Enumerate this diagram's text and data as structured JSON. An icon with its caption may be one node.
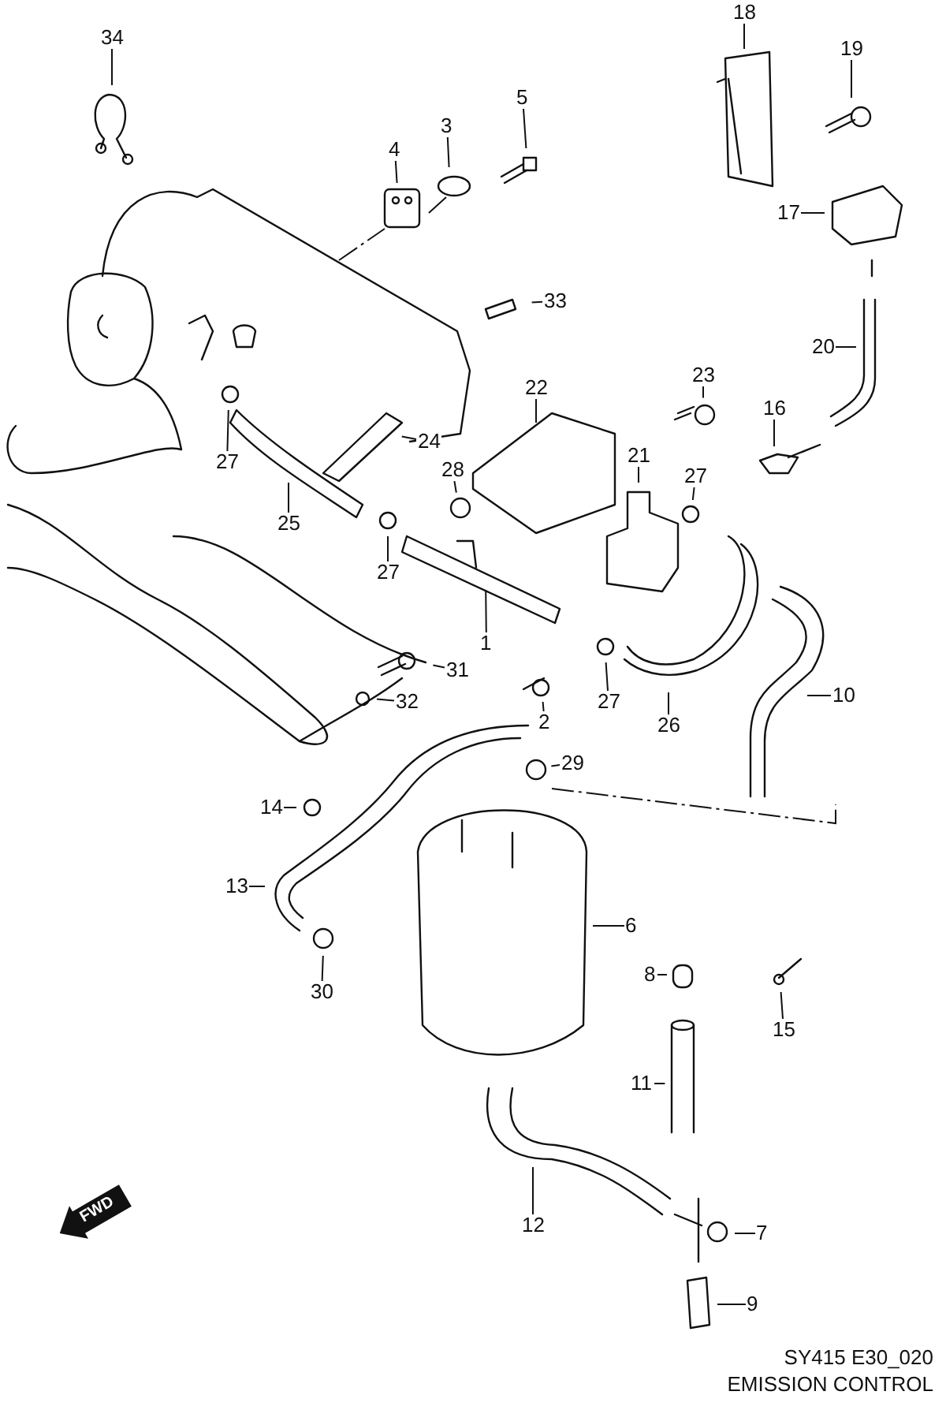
{
  "diagram": {
    "nodes": [
      {
        "text": [
          "18"
        ]
      },
      {
        "text": [
          "34"
        ]
      },
      {
        "text": [
          "19"
        ]
      },
      {
        "text": [
          "5"
        ]
      },
      {
        "text": [
          "3"
        ]
      },
      {
        "text": [
          "4"
        ]
      },
      {
        "text": [
          "17"
        ]
      },
      {
        "text": [
          "33"
        ]
      },
      {
        "text": [
          "20"
        ]
      },
      {
        "text": [
          "23"
        ]
      },
      {
        "text": [
          "22"
        ]
      },
      {
        "text": [
          "16"
        ]
      },
      {
        "text": [
          "24"
        ]
      },
      {
        "text": [
          "27"
        ]
      },
      {
        "text": [
          "21"
        ]
      },
      {
        "text": [
          "28"
        ]
      },
      {
        "text": [
          "27"
        ]
      },
      {
        "text": [
          "25"
        ]
      },
      {
        "text": [
          "27"
        ]
      },
      {
        "text": [
          "1"
        ]
      },
      {
        "text": [
          "31"
        ]
      },
      {
        "text": [
          "10"
        ]
      },
      {
        "text": [
          "32"
        ]
      },
      {
        "text": [
          "27"
        ]
      },
      {
        "text": [
          "2"
        ]
      },
      {
        "text": [
          "26"
        ]
      },
      {
        "text": [
          "29"
        ]
      },
      {
        "text": [
          "14"
        ]
      },
      {
        "text": [
          "13"
        ]
      },
      {
        "text": [
          "6"
        ]
      },
      {
        "text": [
          "8"
        ]
      },
      {
        "text": [
          "30"
        ]
      },
      {
        "text": [
          "15"
        ]
      },
      {
        "text": [
          "11"
        ]
      },
      {
        "text": [
          "12"
        ]
      },
      {
        "text": [
          "7"
        ]
      },
      {
        "text": [
          "9"
        ]
      }
    ],
    "edges": [
      {
        "from": 0,
        "to": null,
        "arrow": "none"
      },
      {
        "from": 1,
        "to": null,
        "arrow": "none"
      },
      {
        "from": 2,
        "to": null,
        "arrow": "none"
      },
      {
        "from": 3,
        "to": null,
        "arrow": "none"
      },
      {
        "from": 4,
        "to": null,
        "arrow": "none"
      },
      {
        "from": 5,
        "to": null,
        "arrow": "none"
      },
      {
        "from": 6,
        "to": null,
        "arrow": "none"
      },
      {
        "from": 7,
        "to": null,
        "arrow": "none"
      },
      {
        "from": 8,
        "to": null,
        "arrow": "none"
      },
      {
        "from": 9,
        "to": null,
        "arrow": "none"
      },
      {
        "from": 10,
        "to": null,
        "arrow": "none"
      },
      {
        "from": 11,
        "to": null,
        "arrow": "none"
      },
      {
        "from": 12,
        "to": null,
        "arrow": "none"
      },
      {
        "from": 13,
        "to": null,
        "arrow": "none"
      },
      {
        "from": 14,
        "to": null,
        "arrow": "none"
      },
      {
        "from": 15,
        "to": null,
        "arrow": "none"
      },
      {
        "from": 16,
        "to": null,
        "arrow": "none"
      },
      {
        "from": 17,
        "to": null,
        "arrow": "none"
      },
      {
        "from": 18,
        "to": null,
        "arrow": "none"
      },
      {
        "from": 19,
        "to": null,
        "arrow": "none"
      },
      {
        "from": 20,
        "to": null,
        "arrow": "none"
      },
      {
        "from": 21,
        "to": null,
        "arrow": "none"
      },
      {
        "from": 22,
        "to": null,
        "arrow": "none"
      },
      {
        "from": 23,
        "to": null,
        "arrow": "none"
      },
      {
        "from": 24,
        "to": null,
        "arrow": "none"
      },
      {
        "from": 25,
        "to": null,
        "arrow": "none"
      },
      {
        "from": 26,
        "to": null,
        "arrow": "none"
      },
      {
        "from": 27,
        "to": null,
        "arrow": "none"
      },
      {
        "from": 28,
        "to": null,
        "arrow": "none"
      },
      {
        "from": 29,
        "to": null,
        "arrow": "none"
      },
      {
        "from": 30,
        "to": null,
        "arrow": "none"
      },
      {
        "from": 31,
        "to": null,
        "arrow": "none"
      },
      {
        "from": 32,
        "to": null,
        "arrow": "none"
      },
      {
        "from": 33,
        "to": null,
        "arrow": "none"
      },
      {
        "from": 34,
        "to": null,
        "arrow": "none"
      },
      {
        "from": 35,
        "to": null,
        "arrow": "none"
      },
      {
        "from": 36,
        "to": null,
        "arrow": "none"
      }
    ],
    "labels": [
      "FWD",
      "SY415 E30_020"
    ],
    "title": "EMISSION CONTROL"
  }
}
